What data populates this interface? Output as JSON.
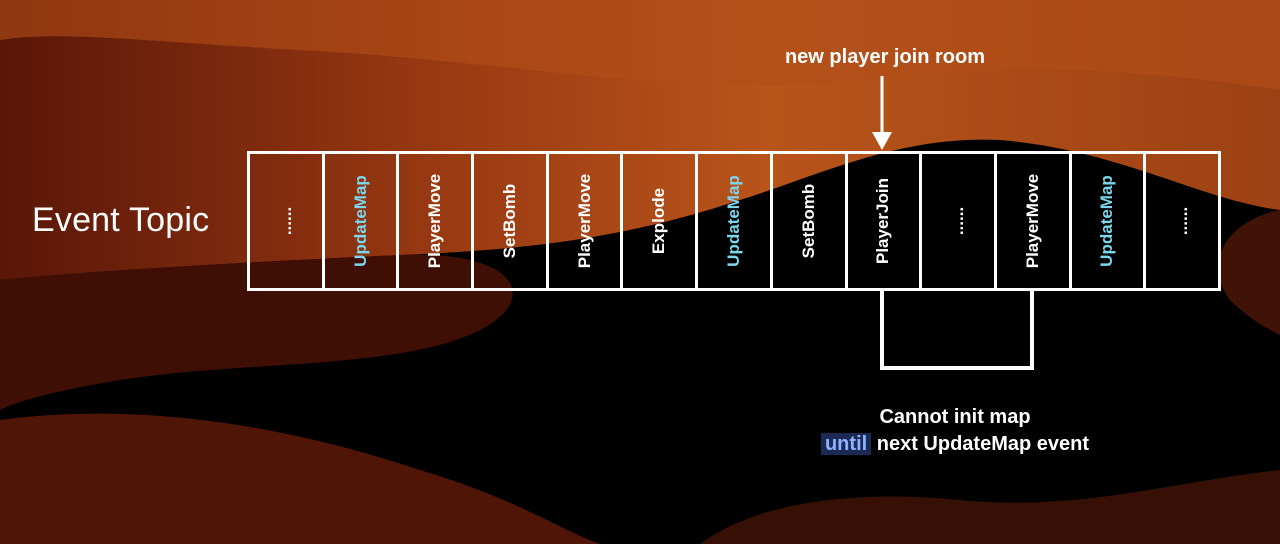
{
  "topic_label": "Event Topic",
  "annotation": "new player join room",
  "events": [
    {
      "label": "......",
      "highlight": false
    },
    {
      "label": "UpdateMap",
      "highlight": true
    },
    {
      "label": "PlayerMove",
      "highlight": false
    },
    {
      "label": "SetBomb",
      "highlight": false
    },
    {
      "label": "PlayerMove",
      "highlight": false
    },
    {
      "label": "Explode",
      "highlight": false
    },
    {
      "label": "UpdateMap",
      "highlight": true
    },
    {
      "label": "SetBomb",
      "highlight": false
    },
    {
      "label": "PlayerJoin",
      "highlight": false
    },
    {
      "label": "......",
      "highlight": false
    },
    {
      "label": "PlayerMove",
      "highlight": false
    },
    {
      "label": "UpdateMap",
      "highlight": true
    },
    {
      "label": "......",
      "highlight": false
    }
  ],
  "note": {
    "line1": "Cannot init map",
    "line2_highlight": "until",
    "line2_rest": "next UpdateMap event"
  },
  "colors": {
    "highlight_text": "#7ad7ee",
    "border": "#ffffff"
  }
}
